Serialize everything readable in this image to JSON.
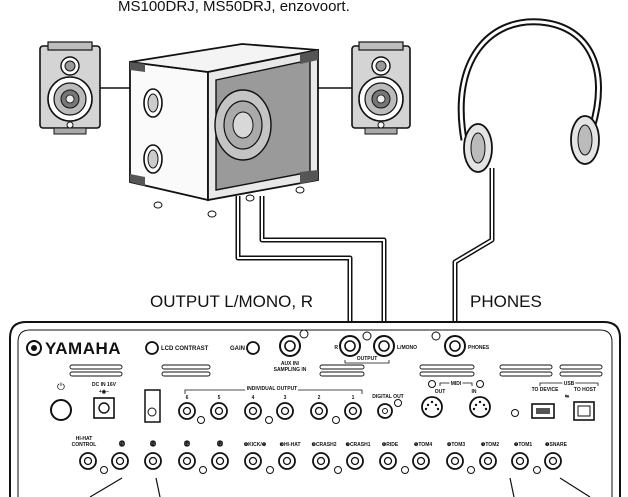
{
  "top_text": "MS100DRJ, MS50DRJ, enzovoort.",
  "labels": {
    "output": "OUTPUT L/MONO, R",
    "phones": "PHONES"
  },
  "panel": {
    "brand": "YAMAHA",
    "lcd_contrast": "LCD CONTRAST",
    "gain": "GAIN",
    "aux_in_1": "AUX IN/",
    "aux_in_2": "SAMPLING IN",
    "out_r": "R",
    "out_l": "L/MONO",
    "output_bracket": "OUTPUT",
    "phones": "PHONES",
    "dc_in_1": "DC IN 16V",
    "dc_in_2": "+◉−",
    "individual_output": "INDIVIDUAL OUTPUT",
    "ind_6": "6",
    "ind_5": "5",
    "ind_4": "4",
    "ind_3": "3",
    "ind_2": "2",
    "ind_1": "1",
    "digital_out": "DIGITAL OUT",
    "midi": "MIDI",
    "midi_out": "OUT",
    "midi_in": "IN",
    "usb": "USB",
    "to_device": "TO DEVICE",
    "to_host": "TO HOST",
    "hihat_control_1": "HI-HAT",
    "hihat_control_2": "CONTROL",
    "pad_15": "⓯",
    "pad_14": "⓮",
    "pad_13": "⓭",
    "pad_12": "⓬",
    "pad_kick": "❻KICK/❶",
    "pad_hihat": "❾HI-HAT",
    "pad_crash2": "❽CRASH2",
    "pad_crash1": "❼CRASH1",
    "pad_ride": "❻RIDE",
    "pad_tom4": "❺TOM4",
    "pad_tom3": "❹TOM3",
    "pad_tom2": "❸TOM2",
    "pad_tom1": "❷TOM1",
    "pad_snare": "❶SNARE"
  },
  "colors": {
    "line": "#111111",
    "speaker_gray": "#cfcfcf",
    "speaker_dark": "#8a8a8a",
    "woofer": "#bdbdbd"
  }
}
